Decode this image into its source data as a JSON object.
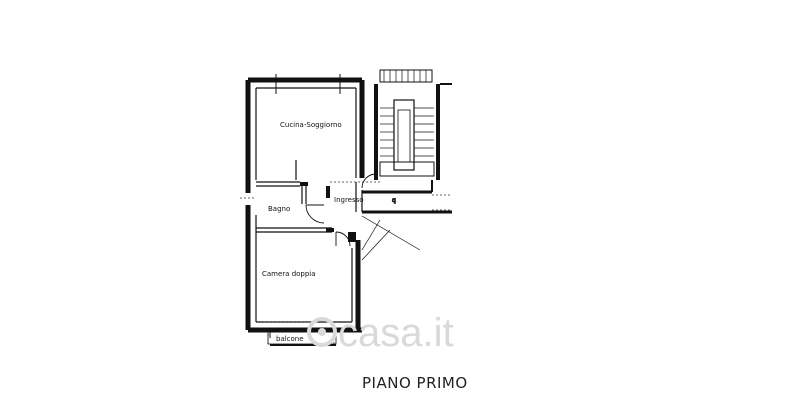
{
  "rooms": {
    "kitchen_living": "Cucina-Soggiorno",
    "bathroom": "Bagno",
    "entrance": "Ingresso",
    "double_bedroom": "Camera doppia",
    "balcony": "balcone"
  },
  "watermark": "casa.it",
  "caption": "PIANO PRIMO"
}
